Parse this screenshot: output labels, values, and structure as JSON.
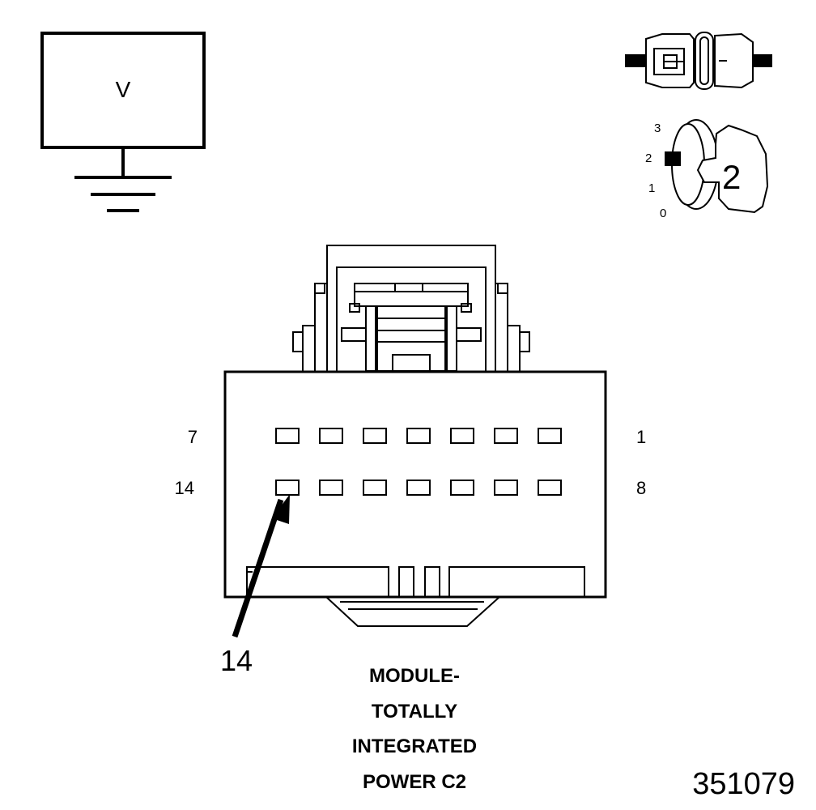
{
  "voltmeter": {
    "symbol": "V"
  },
  "ignition": {
    "positions": [
      "3",
      "2",
      "1",
      "0"
    ],
    "key_number": "2"
  },
  "connector": {
    "row1": {
      "left_label": "7",
      "right_label": "1"
    },
    "row2": {
      "left_label": "14",
      "right_label": "8"
    },
    "highlighted_pin": "14"
  },
  "caption": {
    "lines": [
      "MODULE-",
      "TOTALLY",
      "INTEGRATED",
      "POWER C2"
    ]
  },
  "figure_id": "351079"
}
